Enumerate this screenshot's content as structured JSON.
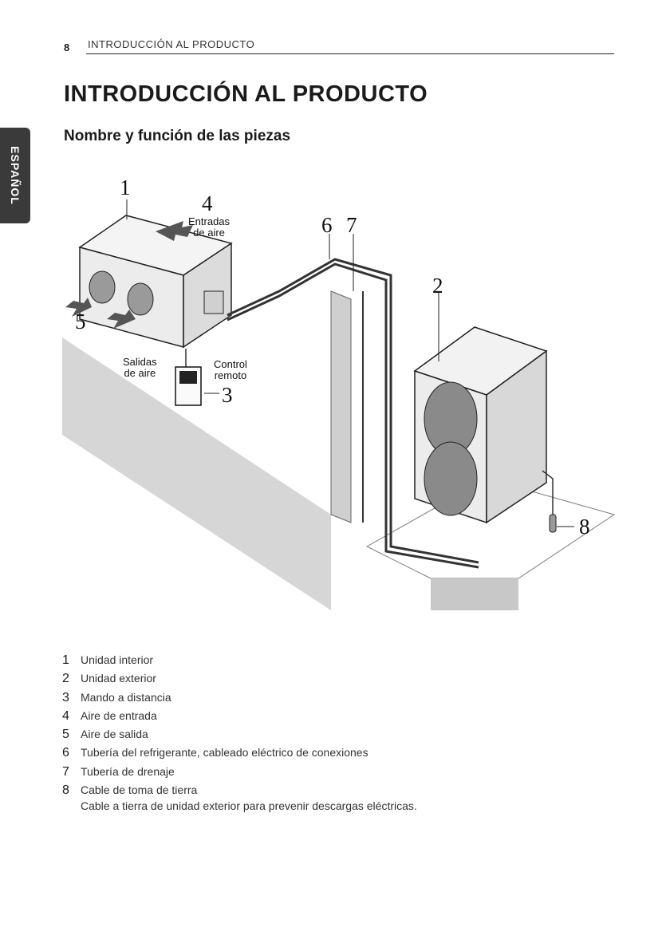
{
  "header": {
    "page_number": "8",
    "running_title": "INTRODUCCIÓN AL PRODUCTO"
  },
  "side_tab": {
    "label": "ESPAÑOL"
  },
  "title": "INTRODUCCIÓN AL PRODUCTO",
  "subtitle": "Nombre y función de las piezas",
  "diagram": {
    "callouts": [
      "1",
      "2",
      "3",
      "4",
      "5",
      "6",
      "7",
      "8"
    ],
    "labels": {
      "air_inlets": [
        "Entradas",
        "de aire"
      ],
      "air_outlets": [
        "Salidas",
        "de aire"
      ],
      "remote": [
        "Control",
        "remoto"
      ]
    }
  },
  "parts": [
    {
      "number": "1",
      "text": "Unidad interior"
    },
    {
      "number": "2",
      "text": "Unidad exterior"
    },
    {
      "number": "3",
      "text": "Mando a distancia"
    },
    {
      "number": "4",
      "text": "Aire de entrada"
    },
    {
      "number": "5",
      "text": "Aire de salida"
    },
    {
      "number": "6",
      "text": "Tubería del refrigerante, cableado eléctrico de conexiones"
    },
    {
      "number": "7",
      "text": "Tubería de drenaje"
    },
    {
      "number": "8",
      "text": "Cable de toma de tierra",
      "note": "Cable a tierra de unidad exterior para prevenir descargas eléctricas."
    }
  ]
}
